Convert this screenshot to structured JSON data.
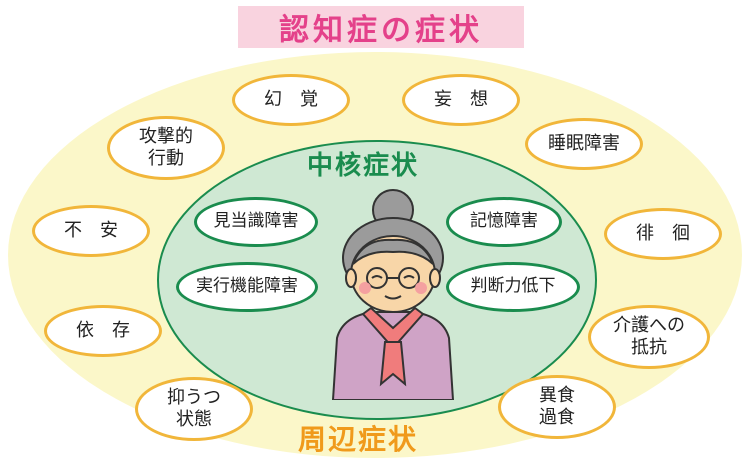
{
  "title": "認知症の症状",
  "core_label": "中核症状",
  "peripheral_label": "周辺症状",
  "core_symptoms": {
    "top_left": "見当識障害",
    "top_right": "記憶障害",
    "bottom_left": "実行機能障害",
    "bottom_right": "判断力低下"
  },
  "peripheral_symptoms": {
    "hallucination": "幻　覚",
    "delusion": "妄　想",
    "aggressive": "攻撃的\n行動",
    "sleep": "睡眠障害",
    "anxiety": "不　安",
    "wandering": "徘　徊",
    "dependence": "依　存",
    "resist_care": "介護への\n抵抗",
    "depression": "抑うつ\n状態",
    "eating": "異食\n過食"
  },
  "colors": {
    "title_bg": "#f9d3df",
    "title_text": "#e4418a",
    "outer_fill": "#fbf7c9",
    "inner_fill": "#cfe8d3",
    "core_accent": "#1a8c4e",
    "peripheral_accent": "#f09a1b",
    "pill_border": "#f1b63a"
  }
}
